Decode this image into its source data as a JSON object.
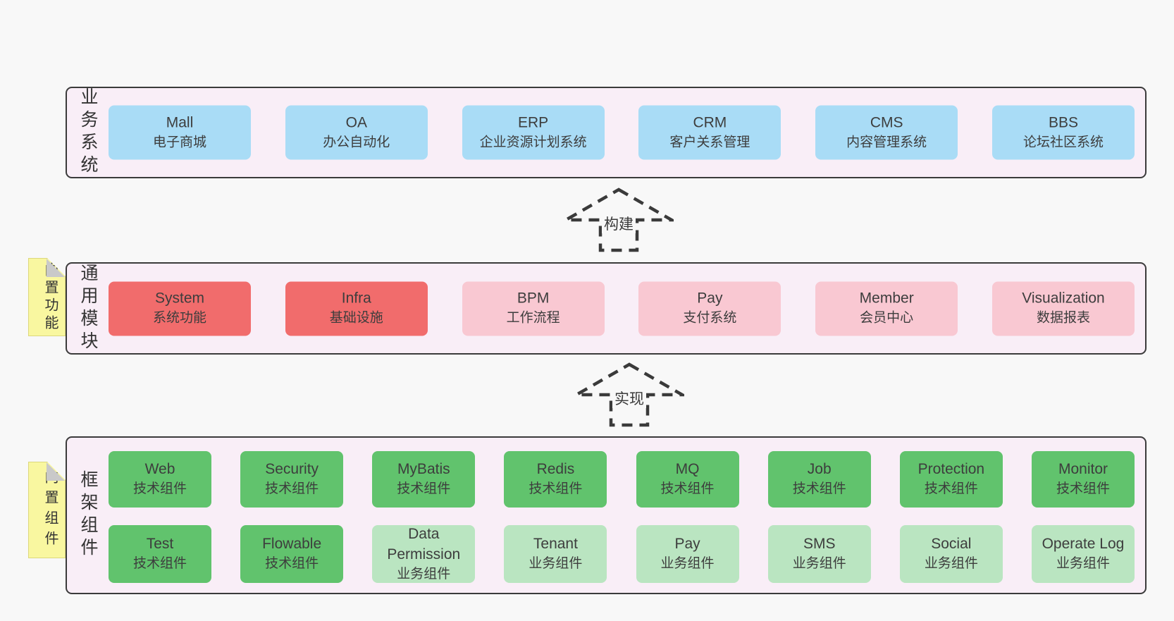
{
  "colors": {
    "canvas_bg": "#f8f8f8",
    "band_bg": "#f9eef7",
    "band_border": "#3b3b3b",
    "blue_box": "#a9dcf6",
    "red_box": "#f16c6c",
    "pink_box": "#f9c8d2",
    "green_dark_box": "#61c36d",
    "green_light_box": "#bae5c1",
    "sticky_bg": "#f9f7a0",
    "sticky_fold": "#c9c9c9",
    "text": "#3d3d3d"
  },
  "arrows": [
    {
      "label": "构建"
    },
    {
      "label": "实现"
    }
  ],
  "bands": [
    {
      "label": "业务系统",
      "boxes": [
        {
          "name": "Mall",
          "desc": "电子商城"
        },
        {
          "name": "OA",
          "desc": "办公自动化"
        },
        {
          "name": "ERP",
          "desc": "企业资源计划系统"
        },
        {
          "name": "CRM",
          "desc": "客户关系管理"
        },
        {
          "name": "CMS",
          "desc": "内容管理系统"
        },
        {
          "name": "BBS",
          "desc": "论坛社区系统"
        }
      ]
    },
    {
      "label": "通用模块",
      "sticky": "内置功能",
      "boxes": [
        {
          "name": "System",
          "desc": "系统功能"
        },
        {
          "name": "Infra",
          "desc": "基础设施"
        },
        {
          "name": "BPM",
          "desc": "工作流程"
        },
        {
          "name": "Pay",
          "desc": "支付系统"
        },
        {
          "name": "Member",
          "desc": "会员中心"
        },
        {
          "name": "Visualization",
          "desc": "数据报表"
        }
      ]
    },
    {
      "label": "框架组件",
      "sticky": "内置组件",
      "rows": [
        {
          "boxes": [
            {
              "name": "Web",
              "desc": "技术组件"
            },
            {
              "name": "Security",
              "desc": "技术组件"
            },
            {
              "name": "MyBatis",
              "desc": "技术组件"
            },
            {
              "name": "Redis",
              "desc": "技术组件"
            },
            {
              "name": "MQ",
              "desc": "技术组件"
            },
            {
              "name": "Job",
              "desc": "技术组件"
            },
            {
              "name": "Protection",
              "desc": "技术组件"
            },
            {
              "name": "Monitor",
              "desc": "技术组件"
            }
          ]
        },
        {
          "boxes": [
            {
              "name": "Test",
              "desc": "技术组件"
            },
            {
              "name": "Flowable",
              "desc": "技术组件"
            },
            {
              "name": "Data Permission",
              "desc": "业务组件"
            },
            {
              "name": "Tenant",
              "desc": "业务组件"
            },
            {
              "name": "Pay",
              "desc": "业务组件"
            },
            {
              "name": "SMS",
              "desc": "业务组件"
            },
            {
              "name": "Social",
              "desc": "业务组件"
            },
            {
              "name": "Operate Log",
              "desc": "业务组件"
            }
          ]
        }
      ]
    }
  ]
}
